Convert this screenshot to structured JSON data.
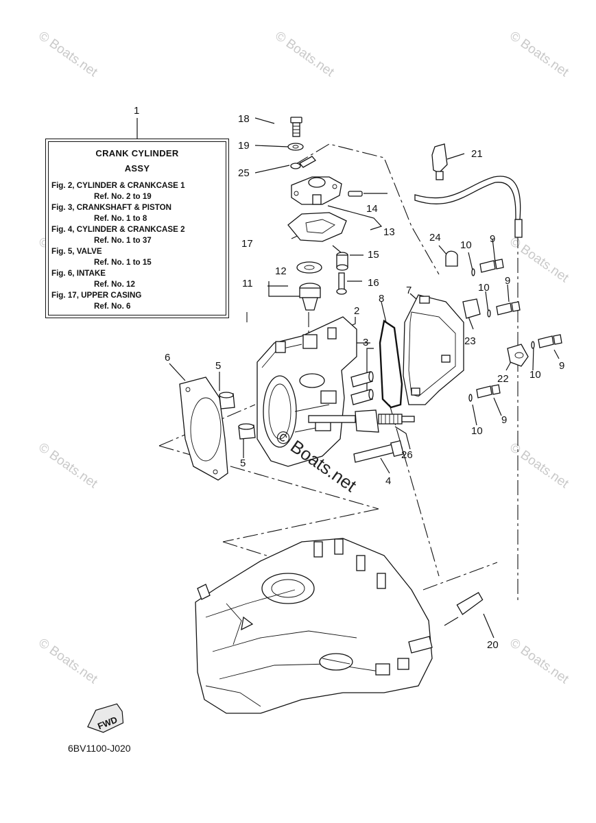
{
  "reference_box": {
    "title_line1": "CRANK CYLINDER",
    "title_line2": "ASSY",
    "entries": [
      {
        "fig": "Fig. 2, CYLINDER & CRANKCASE 1",
        "ref": "Ref. No. 2 to 19"
      },
      {
        "fig": "Fig. 3, CRANKSHAFT & PISTON",
        "ref": "Ref. No. 1 to 8"
      },
      {
        "fig": "Fig. 4, CYLINDER & CRANKCASE 2",
        "ref": "Ref. No. 1 to 37"
      },
      {
        "fig": "Fig. 5, VALVE",
        "ref": "Ref. No. 1 to 15"
      },
      {
        "fig": "Fig. 6, INTAKE",
        "ref": "Ref. No. 12"
      },
      {
        "fig": "Fig. 17, UPPER CASING",
        "ref": "Ref. No. 6"
      }
    ]
  },
  "callouts": {
    "c1": "1",
    "c2": "2",
    "c3": "3",
    "c4": "4",
    "c5a": "5",
    "c5b": "5",
    "c6": "6",
    "c7": "7",
    "c8": "8",
    "c9a": "9",
    "c9b": "9",
    "c9c": "9",
    "c9d": "9",
    "c10a": "10",
    "c10b": "10",
    "c10c": "10",
    "c10d": "10",
    "c11": "11",
    "c12": "12",
    "c13": "13",
    "c14": "14",
    "c15": "15",
    "c16": "16",
    "c17": "17",
    "c18": "18",
    "c19": "19",
    "c20": "20",
    "c21": "21",
    "c22": "22",
    "c23": "23",
    "c24": "24",
    "c25": "25",
    "c26": "26"
  },
  "fwd_label": "FWD",
  "diagram_code": "6BV1100-J020",
  "watermark": "© Boats.net",
  "watermark_center": "© Boats.net",
  "colors": {
    "line": "#111111",
    "watermark": "#c9c9c9",
    "background": "#ffffff"
  }
}
